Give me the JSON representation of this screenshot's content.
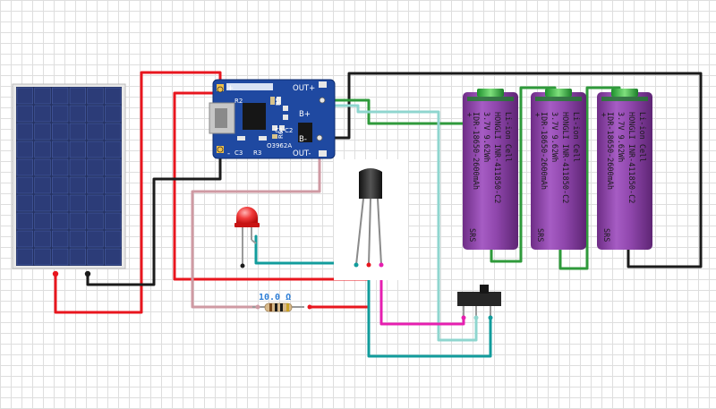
{
  "charger_module": {
    "pin_plus": "+",
    "pin_minus": "-",
    "out_plus": "OUT+",
    "out_minus": "OUT-",
    "b_plus": "B+",
    "b_minus": "B-",
    "r2": "R2",
    "r3": "R3",
    "r5": "R5",
    "r6": "R6",
    "c1": "C1",
    "c2": "C2",
    "c3": "C3",
    "code": "O3962A"
  },
  "resistor": {
    "label": "10.0 Ω"
  },
  "battery": {
    "line1": "IDR-18650-2600mAh",
    "line2": "3.7V 9.62Wh",
    "line3": "HONGLI INR-411850-C2",
    "line4": "Li-ion Cell",
    "mark": "+",
    "rating": "SRS"
  },
  "colors": {
    "wire_red": "#e8161e",
    "wire_black": "#1b1b1b",
    "wire_green": "#2f9a3b",
    "wire_teal": "#129c9c",
    "wire_light_teal": "#8fd6cf",
    "wire_pink": "#e61fb0",
    "wire_dusty_pink": "#cf9aa3",
    "battery_purple": "#8c42a8",
    "pcb_blue": "#1f49a1",
    "solar_blue": "#23305f"
  }
}
